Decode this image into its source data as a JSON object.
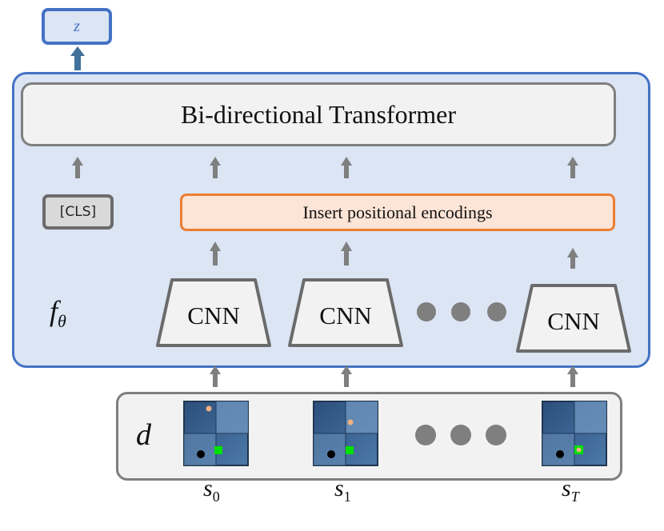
{
  "output": {
    "label": "z"
  },
  "transformer": {
    "label": "Bi-directional Transformer"
  },
  "cls_token": {
    "label": "[CLS]"
  },
  "positional": {
    "label": "Insert positional encodings"
  },
  "encoder": {
    "label": "f",
    "subscript": "θ"
  },
  "cnn": {
    "label": "CNN"
  },
  "input": {
    "label": "d"
  },
  "states": [
    {
      "base": "s",
      "sub": "0"
    },
    {
      "base": "s",
      "sub": "1"
    },
    {
      "base": "s",
      "sub": "T"
    }
  ],
  "colors": {
    "panel_fill": "#dbe5f4",
    "panel_stroke": "#4472c4",
    "gray_stroke": "#7f7f7f",
    "orange_stroke": "#ed7d31",
    "orange_fill": "#fce4d6",
    "arrow_gray": "#7f7f7f",
    "arrow_blue": "#41719c"
  },
  "icons": [
    "up-arrow-icon",
    "ellipsis-dots-icon"
  ]
}
